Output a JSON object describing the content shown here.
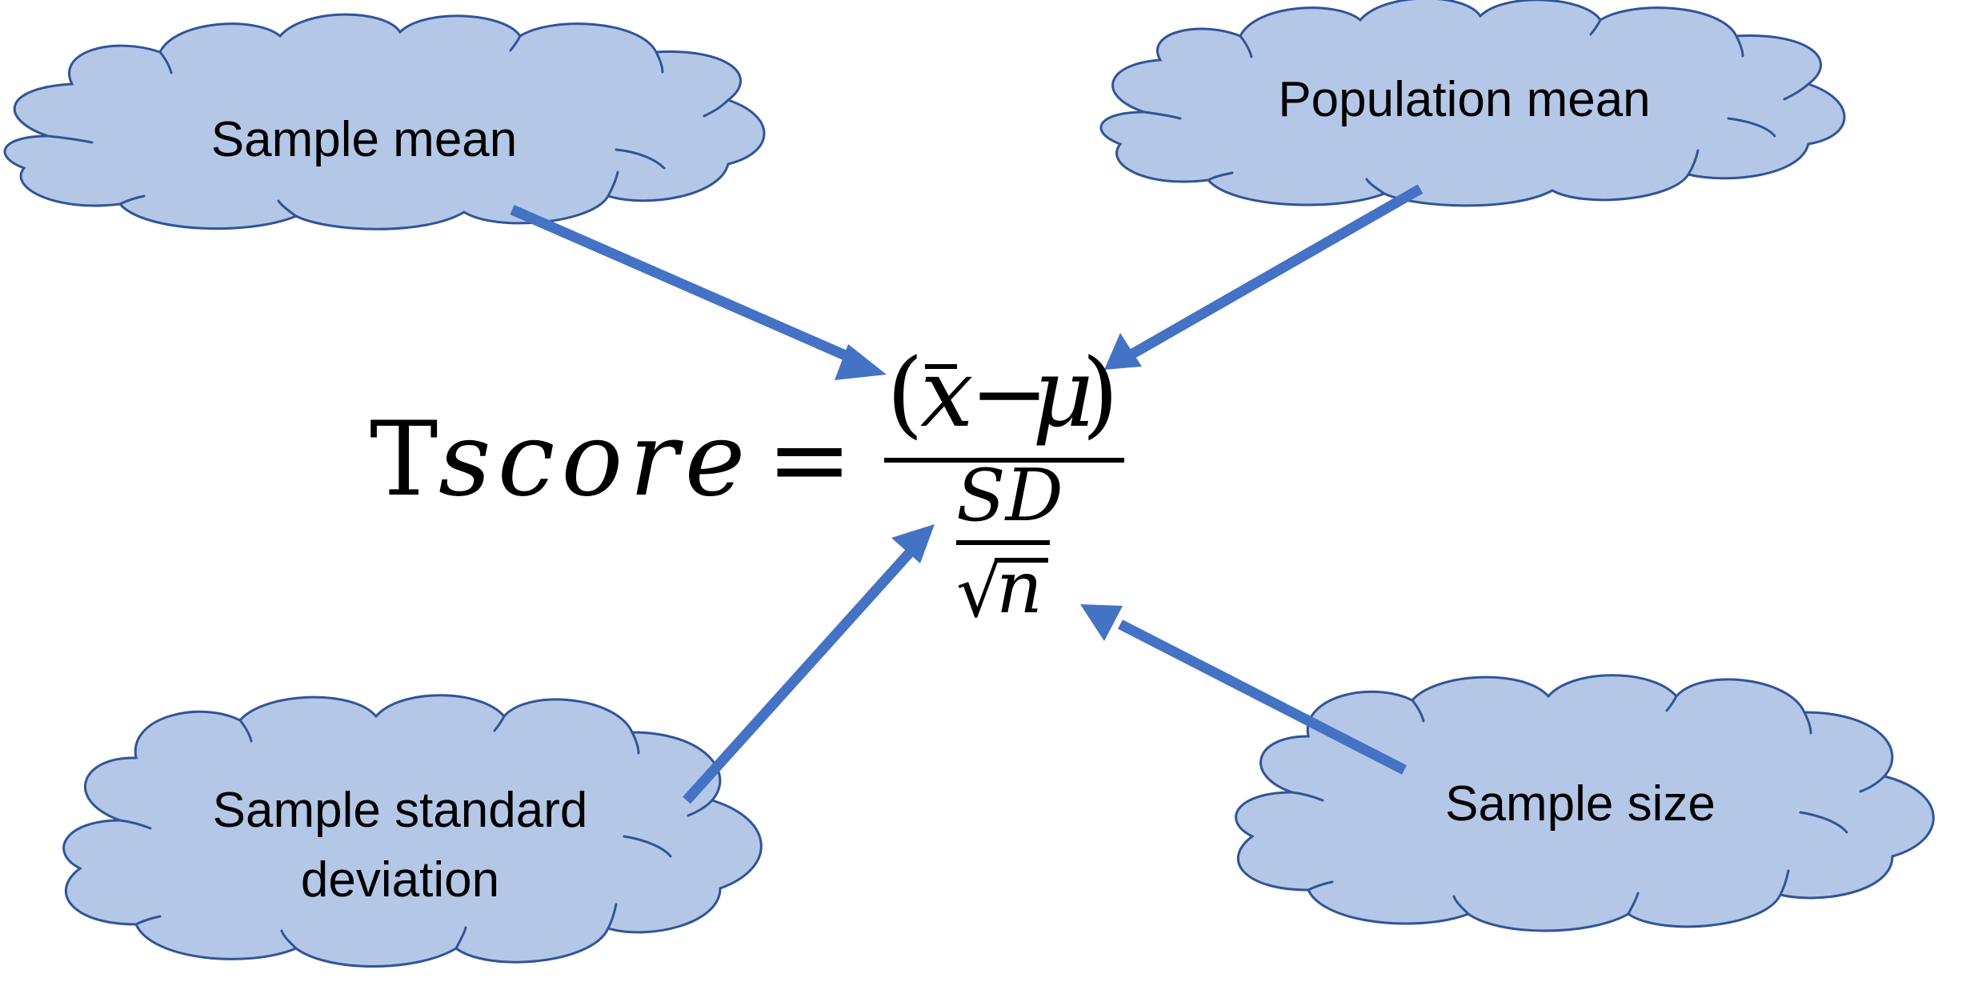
{
  "clouds": {
    "sample_mean": {
      "label": "Sample mean"
    },
    "population_mean": {
      "label": "Population mean"
    },
    "sample_sd": {
      "line1": "Sample standard",
      "line2": "deviation"
    },
    "sample_size": {
      "label": "Sample size"
    }
  },
  "equation": {
    "lhs_T": "T",
    "lhs_rest": "score",
    "equals": "=",
    "numerator_open": "(",
    "numerator_xbar": "x",
    "numerator_minus": "−",
    "numerator_mu": "μ",
    "numerator_close": ")",
    "denominator_top": "SD",
    "denominator_sqrt": "√",
    "denominator_n": "n"
  },
  "colors": {
    "cloud_fill": "#b4c7e7",
    "cloud_stroke": "#2f5597",
    "arrow": "#4472c4",
    "text": "#000000"
  }
}
